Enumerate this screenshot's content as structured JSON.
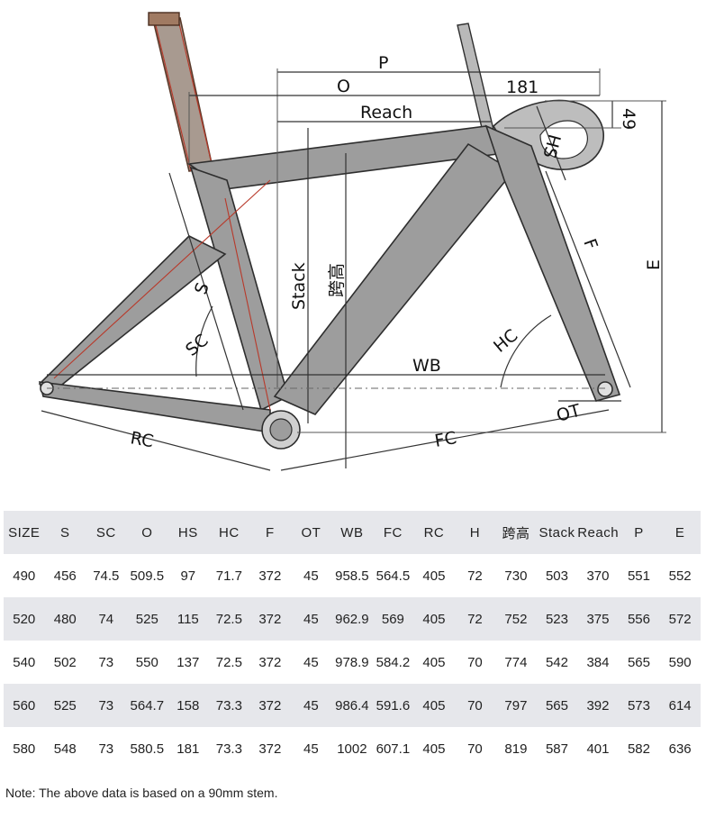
{
  "diagram": {
    "labels": {
      "p": "P",
      "o": "O",
      "dim181": "181",
      "reach": "Reach",
      "dim49": "49",
      "hs": "HS",
      "f": "F",
      "e": "E",
      "stack": "Stack",
      "kuagao": "跨高",
      "s": "S",
      "sc": "SC",
      "hc": "HC",
      "wb": "WB",
      "ot": "OT",
      "rc": "RC",
      "fc": "FC"
    }
  },
  "table": {
    "headers": [
      "SIZE",
      "S",
      "SC",
      "O",
      "HS",
      "HC",
      "F",
      "OT",
      "WB",
      "FC",
      "RC",
      "H",
      "跨高",
      "Stack",
      "Reach",
      "P",
      "E"
    ],
    "rows": [
      [
        "490",
        "456",
        "74.5",
        "509.5",
        "97",
        "71.7",
        "372",
        "45",
        "958.5",
        "564.5",
        "405",
        "72",
        "730",
        "503",
        "370",
        "551",
        "552"
      ],
      [
        "520",
        "480",
        "74",
        "525",
        "115",
        "72.5",
        "372",
        "45",
        "962.9",
        "569",
        "405",
        "72",
        "752",
        "523",
        "375",
        "556",
        "572"
      ],
      [
        "540",
        "502",
        "73",
        "550",
        "137",
        "72.5",
        "372",
        "45",
        "978.9",
        "584.2",
        "405",
        "70",
        "774",
        "542",
        "384",
        "565",
        "590"
      ],
      [
        "560",
        "525",
        "73",
        "564.7",
        "158",
        "73.3",
        "372",
        "45",
        "986.4",
        "591.6",
        "405",
        "70",
        "797",
        "565",
        "392",
        "573",
        "614"
      ],
      [
        "580",
        "548",
        "73",
        "580.5",
        "181",
        "73.3",
        "372",
        "45",
        "1002",
        "607.1",
        "405",
        "70",
        "819",
        "587",
        "401",
        "582",
        "636"
      ]
    ]
  },
  "note": "Note: The above data is based on a 90mm stem."
}
